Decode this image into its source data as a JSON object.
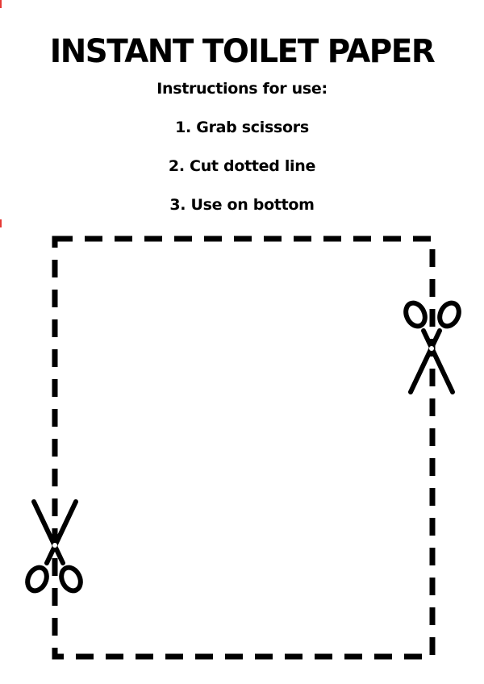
{
  "title": "INSTANT TOILET PAPER",
  "instructions": {
    "heading": "Instructions for use:",
    "steps": [
      "1. Grab scissors",
      "2. Cut dotted line",
      "3. Use on bottom"
    ]
  },
  "icons": {
    "top_right": "scissors-icon",
    "bottom_left": "scissors-icon"
  },
  "colors": {
    "ink": "#000000",
    "background": "#ffffff",
    "edge_mark": "#e53935"
  }
}
